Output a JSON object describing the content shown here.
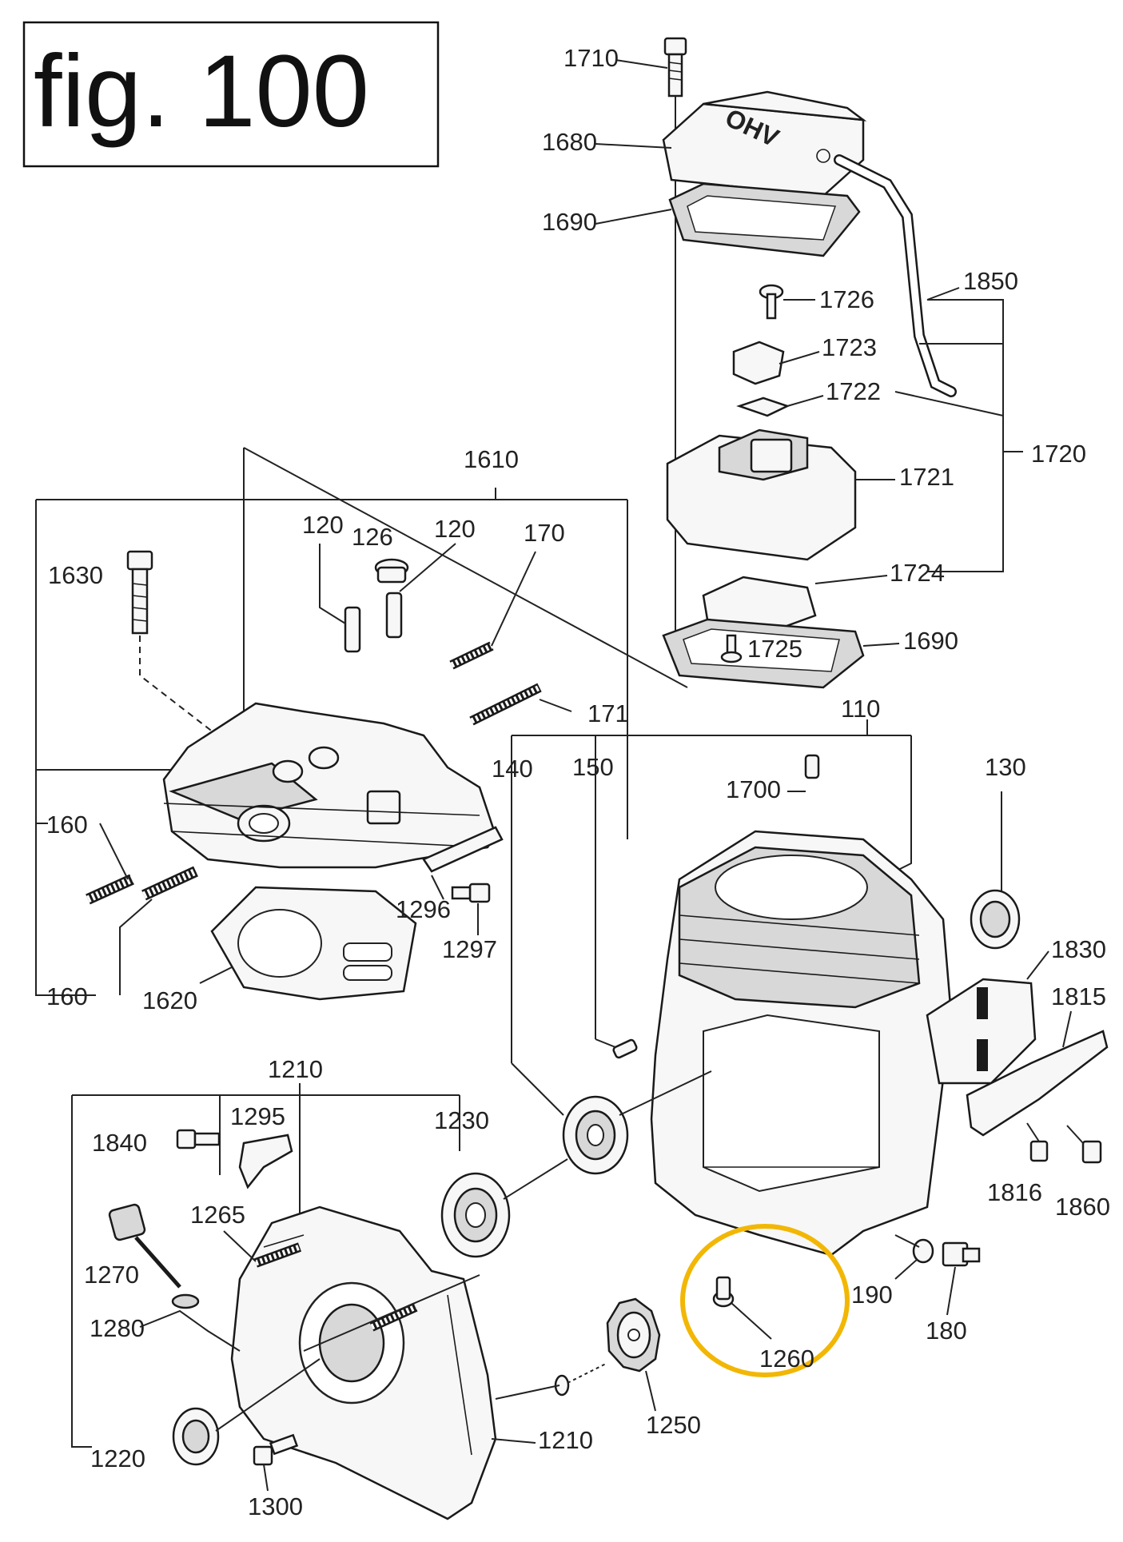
{
  "title": "fig. 100",
  "highlight": {
    "part": "1260",
    "color": "#f2b705"
  },
  "labels": [
    {
      "id": "l1710",
      "text": "1710"
    },
    {
      "id": "l1680",
      "text": "1680"
    },
    {
      "id": "l1690a",
      "text": "1690"
    },
    {
      "id": "l1850",
      "text": "1850"
    },
    {
      "id": "l1726",
      "text": "1726"
    },
    {
      "id": "l1723",
      "text": "1723"
    },
    {
      "id": "l1722",
      "text": "1722"
    },
    {
      "id": "l1720",
      "text": "1720"
    },
    {
      "id": "l1721",
      "text": "1721"
    },
    {
      "id": "l1724",
      "text": "1724"
    },
    {
      "id": "l1725",
      "text": "1725"
    },
    {
      "id": "l1690b",
      "text": "1690"
    },
    {
      "id": "l1610",
      "text": "1610"
    },
    {
      "id": "l120a",
      "text": "120"
    },
    {
      "id": "l126",
      "text": "126"
    },
    {
      "id": "l120b",
      "text": "120"
    },
    {
      "id": "l170",
      "text": "170"
    },
    {
      "id": "l1630",
      "text": "1630"
    },
    {
      "id": "l171",
      "text": "171"
    },
    {
      "id": "l110",
      "text": "110"
    },
    {
      "id": "l140",
      "text": "140"
    },
    {
      "id": "l150",
      "text": "150"
    },
    {
      "id": "l130",
      "text": "130"
    },
    {
      "id": "l1700",
      "text": "1700"
    },
    {
      "id": "l160a",
      "text": "160"
    },
    {
      "id": "l1296",
      "text": "1296"
    },
    {
      "id": "l1297",
      "text": "1297"
    },
    {
      "id": "l160b",
      "text": "160"
    },
    {
      "id": "l1620",
      "text": "1620"
    },
    {
      "id": "l1830",
      "text": "1830"
    },
    {
      "id": "l1815",
      "text": "1815"
    },
    {
      "id": "l1210a",
      "text": "1210"
    },
    {
      "id": "l1295",
      "text": "1295"
    },
    {
      "id": "l1840",
      "text": "1840"
    },
    {
      "id": "l1230",
      "text": "1230"
    },
    {
      "id": "l1265",
      "text": "1265"
    },
    {
      "id": "l1270",
      "text": "1270"
    },
    {
      "id": "l1280",
      "text": "1280"
    },
    {
      "id": "l1816",
      "text": "1816"
    },
    {
      "id": "l1860",
      "text": "1860"
    },
    {
      "id": "l190",
      "text": "190"
    },
    {
      "id": "l180",
      "text": "180"
    },
    {
      "id": "l1260",
      "text": "1260"
    },
    {
      "id": "l1250",
      "text": "1250"
    },
    {
      "id": "l1210b",
      "text": "1210"
    },
    {
      "id": "l1220",
      "text": "1220"
    },
    {
      "id": "l1300",
      "text": "1300"
    }
  ]
}
